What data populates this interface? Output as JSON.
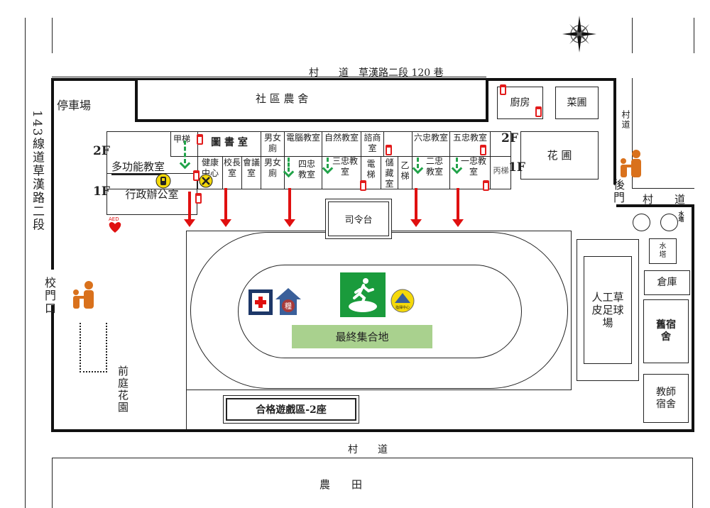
{
  "roads": {
    "top": "村　　道　草漢路二段 120 巷",
    "left": "143線道草漢路二段",
    "right_vertical": "村道",
    "right": "村　　道",
    "bottom": "村　　道",
    "farm": "農　　田"
  },
  "areas": {
    "parking": "停車場",
    "community": "社 區 農 舍",
    "kitchen": "廚房",
    "vegetable": "菜圃",
    "garden": "花 圃",
    "gate": "校門口",
    "back_gate": "後門",
    "front_garden": "前庭花園",
    "stage": "司令台",
    "assembly": "最終集合地",
    "playground": "合格遊戲區-2座",
    "soccer": "人工草皮足球場",
    "water_tower_small": "水塔",
    "water_tower": "水塔",
    "storage": "倉庫",
    "old_dorm": "舊宿舍",
    "teacher_dorm": "教師宿舍",
    "aed": "AED"
  },
  "floors": {
    "f2_left": "2F",
    "f1_left": "1F",
    "f2_right": "2F",
    "f1_right": "1F"
  },
  "building": {
    "multi": "多功能教室",
    "admin": "行政辦公室",
    "stairs_a": "甲梯",
    "library": "圖 書 室",
    "f2": [
      "男女廁",
      "電腦教室",
      "自然教室",
      "諮商室",
      "",
      "六忠教室",
      "五忠教室"
    ],
    "f1": [
      "健康中心",
      "校長室",
      "會議室",
      "男女廁",
      "四忠教室",
      "三忠教室",
      "電梯",
      "儲藏室",
      "乙梯",
      "二忠教室",
      "一忠教室",
      "丙梯"
    ]
  },
  "icons": {
    "relief": "糧",
    "command": "指揮中心"
  },
  "colors": {
    "arrow": "#e01010",
    "route": "#22a34a",
    "assembly": "#a9d18e",
    "exit": "#1a9b3c"
  }
}
